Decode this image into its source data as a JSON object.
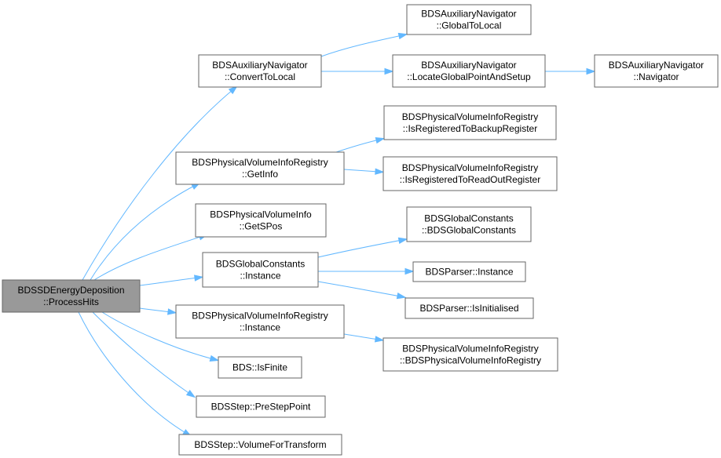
{
  "root": {
    "line1": "BDSSDEnergyDeposition",
    "line2": "::ProcessHits"
  },
  "nodes": [
    {
      "id": "aux_convert",
      "lines": [
        "BDSAuxiliaryNavigator",
        "::ConvertToLocal"
      ]
    },
    {
      "id": "aux_global",
      "lines": [
        "BDSAuxiliaryNavigator",
        "::GlobalToLocal"
      ]
    },
    {
      "id": "aux_locate",
      "lines": [
        "BDSAuxiliaryNavigator",
        "::LocateGlobalPointAndSetup"
      ]
    },
    {
      "id": "aux_nav",
      "lines": [
        "BDSAuxiliaryNavigator",
        "::Navigator"
      ]
    },
    {
      "id": "pvir_getinfo",
      "lines": [
        "BDSPhysicalVolumeInfoRegistry",
        "::GetInfo"
      ]
    },
    {
      "id": "pvir_backup",
      "lines": [
        "BDSPhysicalVolumeInfoRegistry",
        "::IsRegisteredToBackupRegister"
      ]
    },
    {
      "id": "pvir_readout",
      "lines": [
        "BDSPhysicalVolumeInfoRegistry",
        "::IsRegisteredToReadOutRegister"
      ]
    },
    {
      "id": "pvi_getspos",
      "lines": [
        "BDSPhysicalVolumeInfo",
        "::GetSPos"
      ]
    },
    {
      "id": "gc_instance",
      "lines": [
        "BDSGlobalConstants",
        "::Instance"
      ]
    },
    {
      "id": "gc_ctor",
      "lines": [
        "BDSGlobalConstants",
        "::BDSGlobalConstants"
      ]
    },
    {
      "id": "parser_instance",
      "lines": [
        "BDSParser::Instance"
      ]
    },
    {
      "id": "parser_init",
      "lines": [
        "BDSParser::IsInitialised"
      ]
    },
    {
      "id": "pvir_instance",
      "lines": [
        "BDSPhysicalVolumeInfoRegistry",
        "::Instance"
      ]
    },
    {
      "id": "pvir_ctor",
      "lines": [
        "BDSPhysicalVolumeInfoRegistry",
        "::BDSPhysicalVolumeInfoRegistry"
      ]
    },
    {
      "id": "bds_isfinite",
      "lines": [
        "BDS::IsFinite"
      ]
    },
    {
      "id": "step_prestep",
      "lines": [
        "BDSStep::PreStepPoint"
      ]
    },
    {
      "id": "step_volume",
      "lines": [
        "BDSStep::VolumeForTransform"
      ]
    }
  ],
  "edges": [
    {
      "from": "root",
      "to": "aux_convert"
    },
    {
      "from": "root",
      "to": "pvir_getinfo"
    },
    {
      "from": "root",
      "to": "pvi_getspos"
    },
    {
      "from": "root",
      "to": "gc_instance"
    },
    {
      "from": "root",
      "to": "pvir_instance"
    },
    {
      "from": "root",
      "to": "bds_isfinite"
    },
    {
      "from": "root",
      "to": "step_prestep"
    },
    {
      "from": "root",
      "to": "step_volume"
    },
    {
      "from": "aux_convert",
      "to": "aux_global"
    },
    {
      "from": "aux_convert",
      "to": "aux_locate"
    },
    {
      "from": "aux_locate",
      "to": "aux_nav"
    },
    {
      "from": "pvir_getinfo",
      "to": "pvir_backup"
    },
    {
      "from": "pvir_getinfo",
      "to": "pvir_readout"
    },
    {
      "from": "gc_instance",
      "to": "gc_ctor"
    },
    {
      "from": "gc_instance",
      "to": "parser_instance"
    },
    {
      "from": "gc_instance",
      "to": "parser_init"
    },
    {
      "from": "pvir_instance",
      "to": "pvir_ctor"
    }
  ],
  "colors": {
    "edge": "#63b8ff",
    "node_border": "#666666",
    "root_fill": "#999999",
    "node_fill": "#ffffff"
  }
}
